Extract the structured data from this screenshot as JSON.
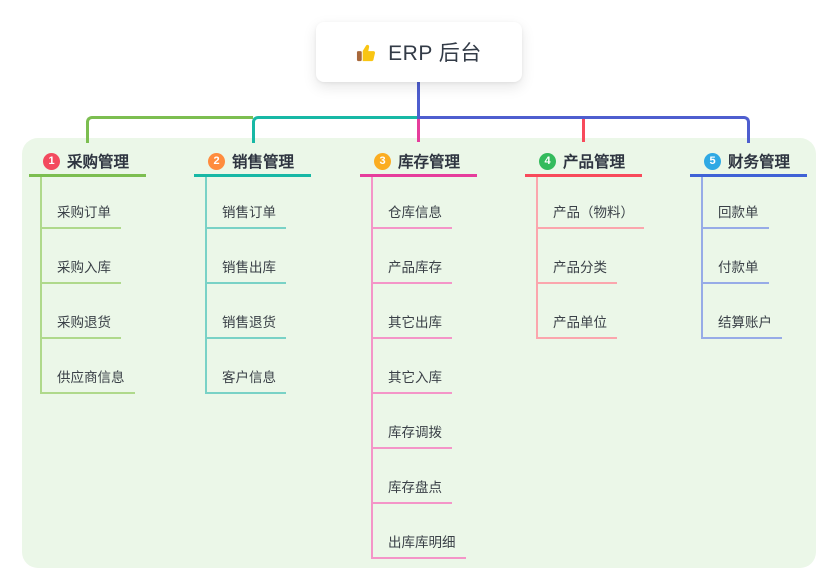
{
  "root": {
    "label": "ERP 后台",
    "icon": "thumbs-up-icon"
  },
  "colors": {
    "connector": "#4E5ECF",
    "panel_bg": "#EBF7E8",
    "root_bg": "#FFFFFF",
    "title_text": "#2E3440",
    "child_text": "#3A4047"
  },
  "branches": [
    {
      "badge": "1",
      "title": "采购管理",
      "color": "#7CBE50",
      "child_color": "#AFD98B",
      "badge_color": "#F34A5E",
      "children": [
        "采购订单",
        "采购入库",
        "采购退货",
        "供应商信息"
      ]
    },
    {
      "badge": "2",
      "title": "销售管理",
      "color": "#17B8A5",
      "child_color": "#79D2C6",
      "badge_color": "#FF8C3E",
      "children": [
        "销售订单",
        "销售出库",
        "销售退货",
        "客户信息"
      ]
    },
    {
      "badge": "3",
      "title": "库存管理",
      "color": "#E63D9C",
      "child_color": "#F495C8",
      "badge_color": "#FBAD21",
      "children": [
        "仓库信息",
        "产品库存",
        "其它出库",
        "其它入库",
        "库存调拨",
        "库存盘点",
        "出库库明细"
      ]
    },
    {
      "badge": "4",
      "title": "产品管理",
      "color": "#F84A5B",
      "child_color": "#FBA6AD",
      "badge_color": "#33BB5C",
      "children": [
        "产品（物料）",
        "产品分类",
        "产品单位"
      ]
    },
    {
      "badge": "5",
      "title": "财务管理",
      "color": "#3F62D6",
      "child_color": "#97ABE7",
      "badge_color": "#2FA9E4",
      "children": [
        "回款单",
        "付款单",
        "结算账户"
      ]
    }
  ]
}
